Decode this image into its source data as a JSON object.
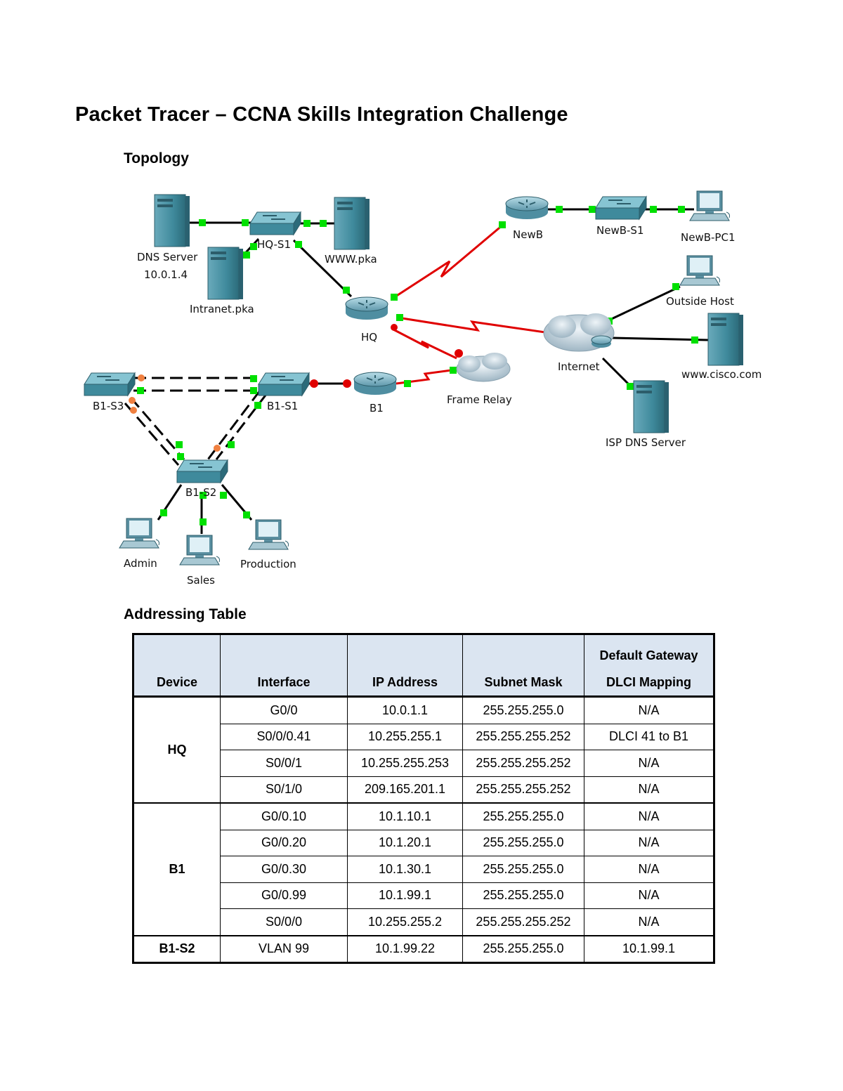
{
  "doc": {
    "title": "Packet Tracer – CCNA Skills Integration Challenge",
    "topology_heading": "Topology",
    "addressing_heading": "Addressing Table"
  },
  "topology": {
    "labels": {
      "dns_server": "DNS Server",
      "dns_ip": "10.0.1.4",
      "hq_s1": "HQ-S1",
      "www_pka": "WWW.pka",
      "intranet": "Intranet.pka",
      "hq": "HQ",
      "newb": "NewB",
      "newb_s1": "NewB-S1",
      "newb_pc1": "NewB-PC1",
      "outside_host": "Outside Host",
      "internet": "Internet",
      "cisco": "www.cisco.com",
      "isp_dns": "ISP DNS Server",
      "frame_relay": "Frame Relay",
      "b1": "B1",
      "b1_s1": "B1-S1",
      "b1_s3": "B1-S3",
      "b1_s2": "B1-S2",
      "admin": "Admin",
      "sales": "Sales",
      "production": "Production"
    },
    "colors": {
      "link_ok": "#00e000",
      "link_down": "#e00000",
      "link_blocked": "#f08040",
      "serial": "#e00000",
      "device": "#4a8fa3"
    }
  },
  "table": {
    "headers": {
      "device": "Device",
      "interface": "Interface",
      "ip": "IP Address",
      "mask": "Subnet Mask",
      "gw_line1": "Default Gateway",
      "gw_line2": "DLCI Mapping"
    },
    "groups": [
      {
        "device": "HQ",
        "rows": [
          [
            "G0/0",
            "10.0.1.1",
            "255.255.255.0",
            "N/A"
          ],
          [
            "S0/0/0.41",
            "10.255.255.1",
            "255.255.255.252",
            "DLCI 41 to B1"
          ],
          [
            "S0/0/1",
            "10.255.255.253",
            "255.255.255.252",
            "N/A"
          ],
          [
            "S0/1/0",
            "209.165.201.1",
            "255.255.255.252",
            "N/A"
          ]
        ]
      },
      {
        "device": "B1",
        "rows": [
          [
            "G0/0.10",
            "10.1.10.1",
            "255.255.255.0",
            "N/A"
          ],
          [
            "G0/0.20",
            "10.1.20.1",
            "255.255.255.0",
            "N/A"
          ],
          [
            "G0/0.30",
            "10.1.30.1",
            "255.255.255.0",
            "N/A"
          ],
          [
            "G0/0.99",
            "10.1.99.1",
            "255.255.255.0",
            "N/A"
          ],
          [
            "S0/0/0",
            "10.255.255.2",
            "255.255.255.252",
            "N/A"
          ]
        ]
      },
      {
        "device": "B1-S2",
        "rows": [
          [
            "VLAN 99",
            "10.1.99.22",
            "255.255.255.0",
            "10.1.99.1"
          ]
        ]
      }
    ]
  }
}
